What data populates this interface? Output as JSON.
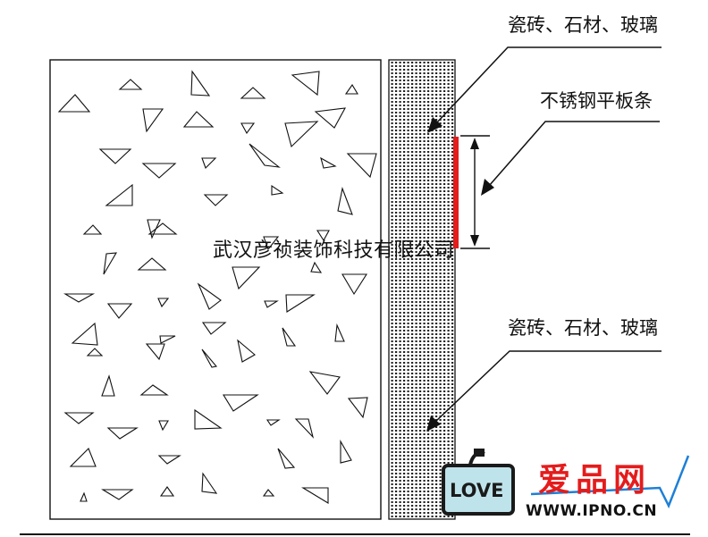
{
  "labels": {
    "tile_top": "瓷砖、石材、玻璃",
    "strip": "不锈钢平板条",
    "tile_bottom": "瓷砖、石材、玻璃"
  },
  "watermark": {
    "company": "武汉彦祯装饰科技有限公司"
  },
  "logo": {
    "brand": "爱品网",
    "url": "WWW.IPNO.CN",
    "badge": "LOVE"
  },
  "colors": {
    "strip": "#e41c1c",
    "brand": "#e41c1c",
    "badge_fill": "#bfe3ea",
    "line": "#111111"
  }
}
